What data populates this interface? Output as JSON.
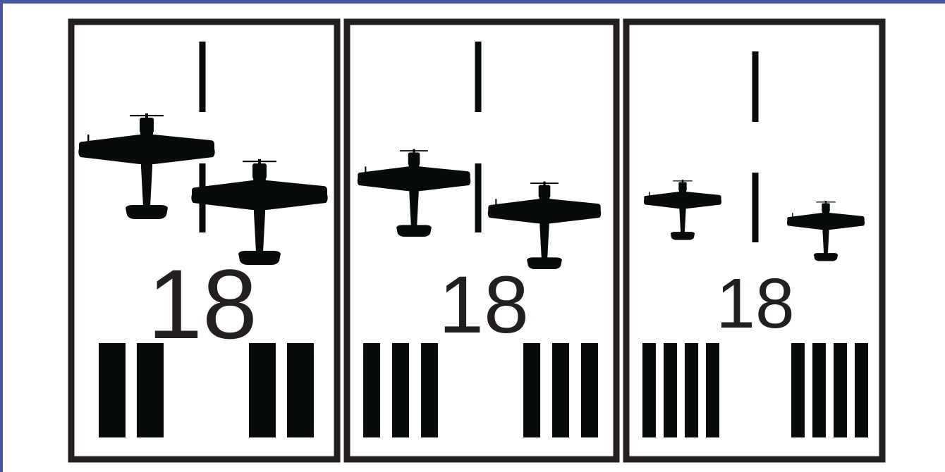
{
  "figure": {
    "frame_color": "#4a55a2",
    "panel_border_color": "#231f20",
    "marking_color": "#070b0a",
    "number_color": "#231f20",
    "icon": "airplane-silhouette-icon"
  },
  "panels": [
    {
      "label": "18",
      "stripes_per_side": 2
    },
    {
      "label": "18",
      "stripes_per_side": 3
    },
    {
      "label": "18",
      "stripes_per_side": 4
    }
  ]
}
